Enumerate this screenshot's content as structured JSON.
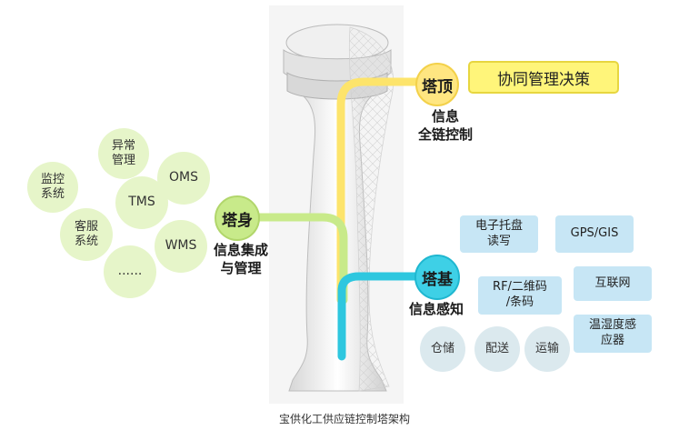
{
  "top": {
    "node_label": "塔顶",
    "caption": "信息\n全链控制",
    "box_label": "协同管理决策"
  },
  "body": {
    "node_label": "塔身",
    "caption": "信息集成\n与管理"
  },
  "base": {
    "node_label": "塔基",
    "caption": "信息感知"
  },
  "left_bubbles": [
    "监控\n系统",
    "异常\n管理",
    "OMS",
    "TMS",
    "客服\n系统",
    "WMS",
    "......"
  ],
  "right_boxes": [
    "电子托盘\n读写",
    "GPS/GIS",
    "RF/二维码\n/条码",
    "互联网",
    "温湿度感\n应器"
  ],
  "bottom_bubbles": [
    "仓储",
    "配送",
    "运输"
  ],
  "caption": "宝供化工供应链控制塔架构",
  "colors": {
    "top_line": "#fde46b",
    "body_line": "#c8ea8a",
    "base_line": "#2ec7df",
    "green_bubble": "#e6f5c9",
    "blue_bubble": "#dbe9ee",
    "rect_box": "#c7e6f5"
  }
}
